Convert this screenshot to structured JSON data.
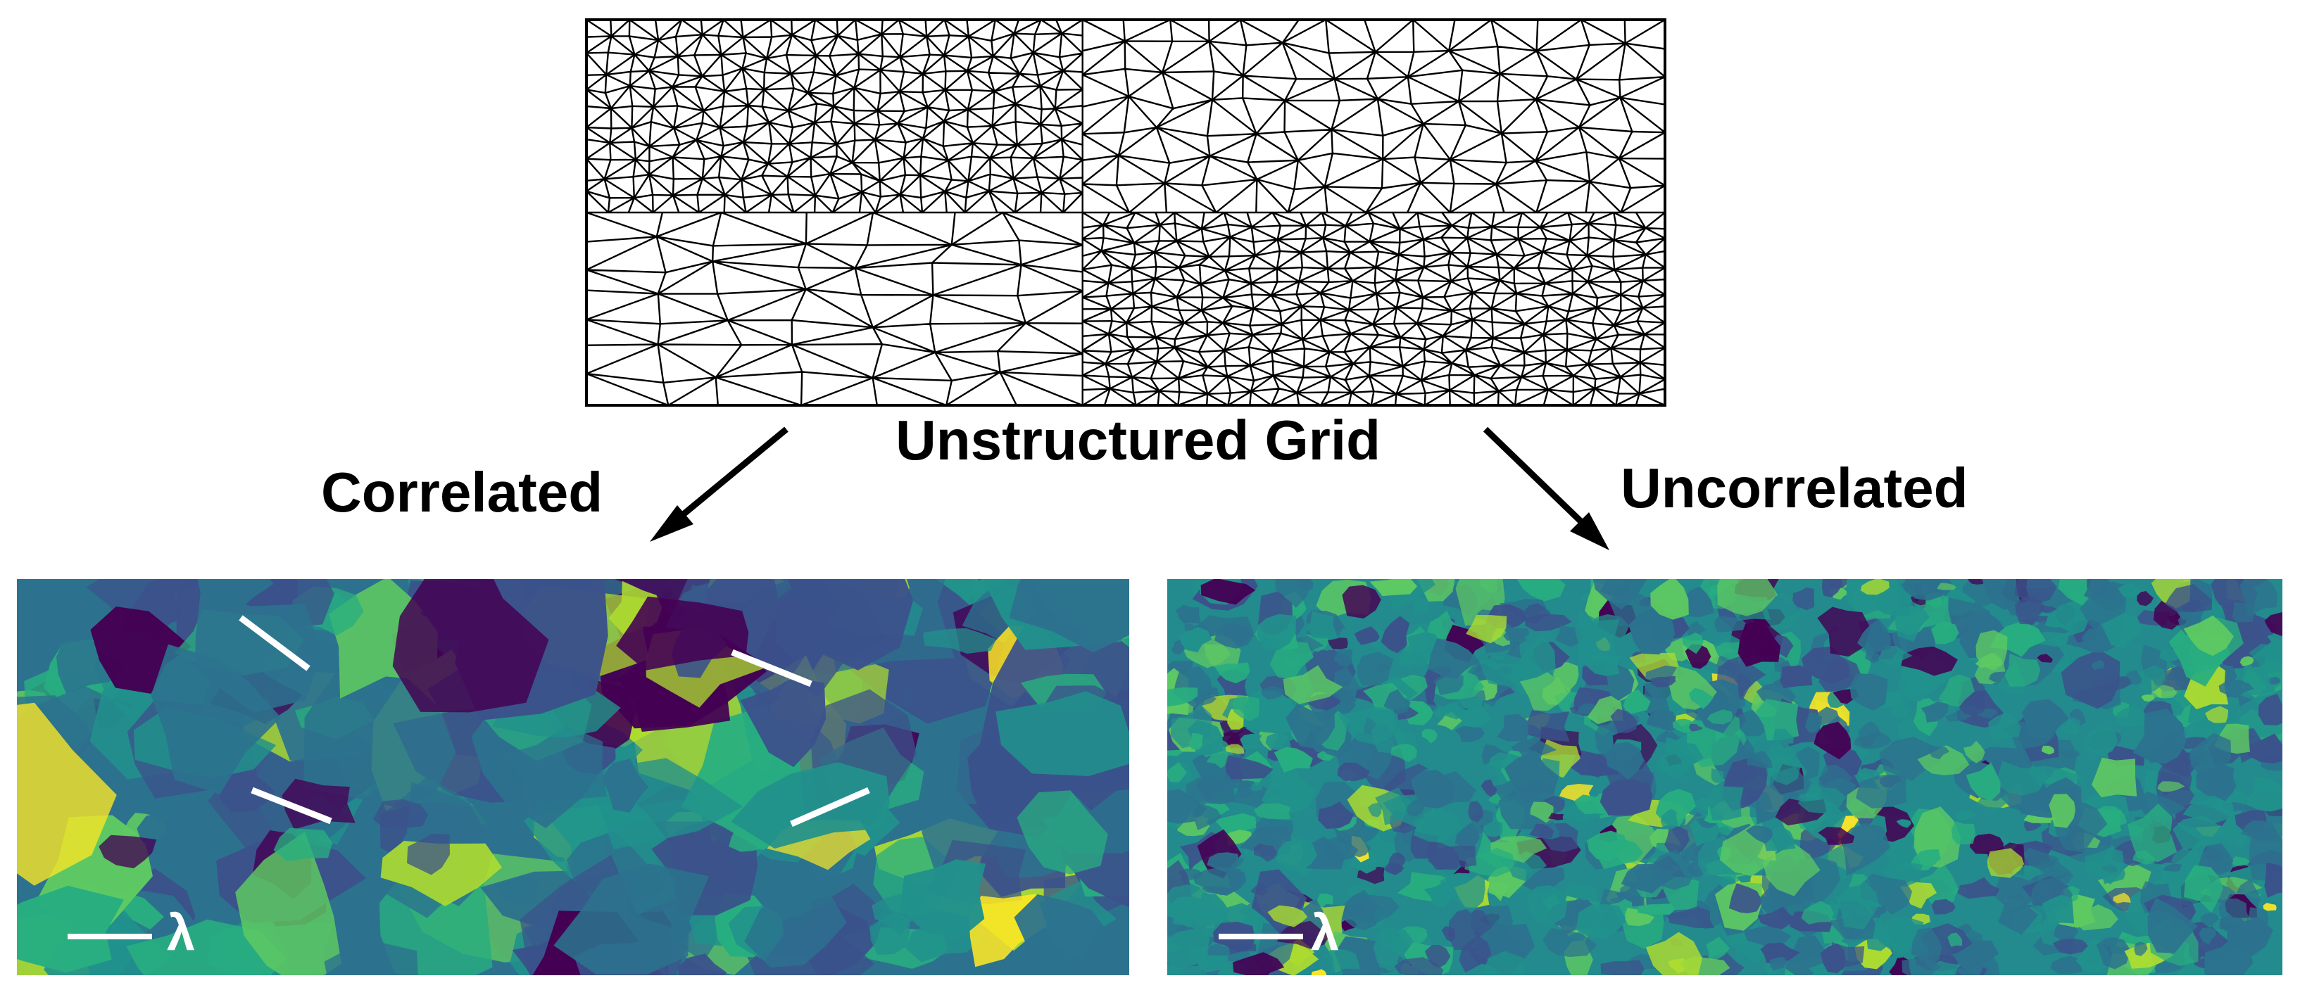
{
  "title": "Unstructured Grid",
  "labels": {
    "correlated": "Correlated",
    "uncorrelated": "Uncorrelated"
  },
  "scale_symbol": "λ",
  "colors": {
    "mesh_stroke": "#000000",
    "marker": "#ffffff",
    "viridis": [
      "#440154",
      "#3b528b",
      "#2c728e",
      "#21918c",
      "#28ae80",
      "#5ec962",
      "#addc30",
      "#fde725"
    ]
  }
}
